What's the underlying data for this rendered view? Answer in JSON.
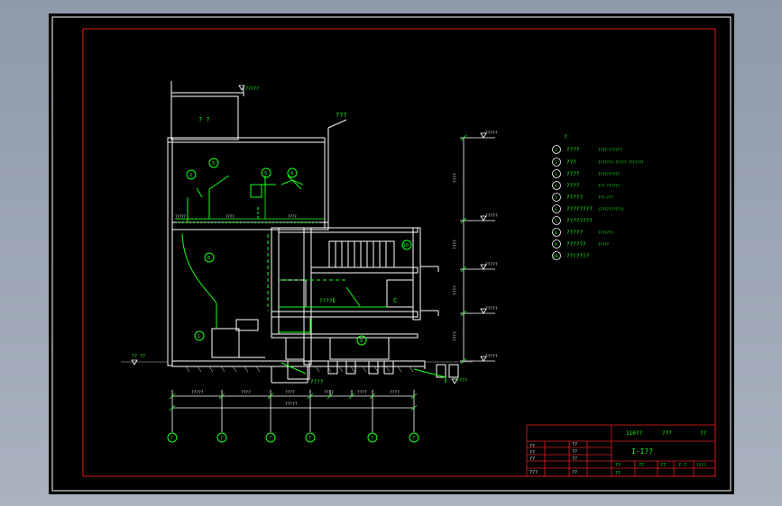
{
  "drawing": {
    "roof_note": "?????",
    "top_room": "?  ?",
    "right_note": "???",
    "mid_label_1": "????E",
    "mid_label_2": "C",
    "bottom_left_note": "?? ??",
    "bottom_mid_note": "????",
    "bottom_right_note": "????",
    "elevations": [
      "?????",
      "?????",
      "?????",
      "?????",
      "?????"
    ],
    "vertical_dims": [
      "????",
      "????",
      "????",
      "????"
    ],
    "h_dims": [
      "?????",
      "????",
      "????",
      "????",
      "????",
      "????"
    ],
    "h_total": "?????",
    "dim_small_left": "?????",
    "dim_small_mid": "????",
    "dim_small_mid2": "????",
    "axis_labels": [
      "?",
      "?",
      "?",
      "?",
      "?",
      "?"
    ],
    "callouts": [
      "1",
      "2",
      "3",
      "4",
      "5",
      "6",
      "7",
      "8",
      "9",
      "10"
    ]
  },
  "legend": {
    "title": "?",
    "items": [
      {
        "num": "1",
        "name": "????",
        "spec": "????-??????"
      },
      {
        "num": "2",
        "name": "???",
        "spec": "???????-????? ???????"
      },
      {
        "num": "3",
        "name": "????",
        "spec": "??????????"
      },
      {
        "num": "4",
        "name": "????",
        "spec": "??? ??????"
      },
      {
        "num": "5",
        "name": "?????",
        "spec": "???-???"
      },
      {
        "num": "6",
        "name": "????????",
        "spec": "(??????????)"
      },
      {
        "num": "7",
        "name": "????????",
        "spec": ""
      },
      {
        "num": "8",
        "name": "?????",
        "spec": "???????"
      },
      {
        "num": "9",
        "name": "??????",
        "spec": "?????"
      },
      {
        "num": "10",
        "name": "??(??)?",
        "spec": ""
      }
    ]
  },
  "title_block": {
    "project": "110??",
    "col2": "???",
    "col3": "??",
    "drawing_name": "I-I??",
    "rows": [
      {
        "a": "??",
        "b": "??"
      },
      {
        "a": "??",
        "b": "??"
      },
      {
        "a": "??",
        "b": "??"
      },
      {
        "a": "???",
        "b": "??"
      }
    ],
    "bottom": [
      "??",
      "??",
      "??",
      "??",
      "?-?",
      "????"
    ]
  }
}
